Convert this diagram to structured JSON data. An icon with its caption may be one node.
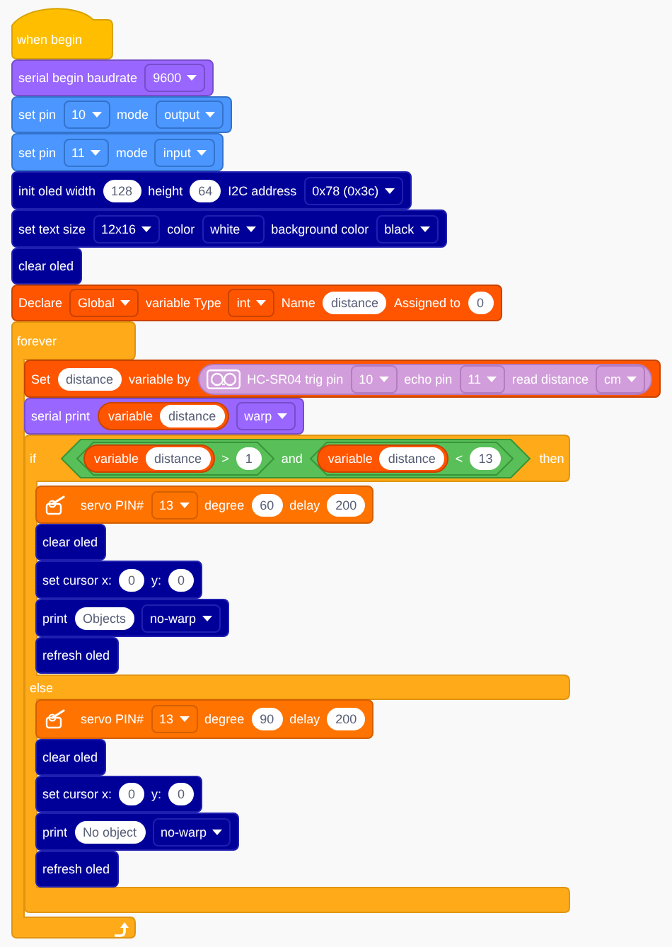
{
  "diagram": {
    "nodes": [
      {
        "text": [
          "when begin"
        ]
      },
      {
        "text": [
          "serial begin baudrate",
          "9600"
        ]
      },
      {
        "text": [
          "set pin",
          "10",
          "mode",
          "output"
        ]
      },
      {
        "text": [
          "set pin",
          "11",
          "mode",
          "input"
        ]
      },
      {
        "text": [
          "init oled width",
          "128",
          "height",
          "64",
          "I2C address",
          "0x78 (0x3c)"
        ]
      },
      {
        "text": [
          "set text size",
          "12x16",
          "color",
          "white",
          "background color",
          "black"
        ]
      },
      {
        "text": [
          "clear oled"
        ]
      },
      {
        "text": [
          "Declare",
          "Global",
          "variable Type",
          "int",
          "Name",
          "distance",
          "Assigned to",
          "0"
        ]
      },
      {
        "text": [
          "forever"
        ]
      },
      {
        "text": [
          "Set",
          "distance",
          "variable by"
        ]
      },
      {
        "text": [
          "HC-SR04 trig pin",
          "10",
          "echo pin",
          "11",
          "read distance",
          "cm"
        ],
        "in": 9
      },
      {
        "text": [
          "serial print",
          "warp"
        ]
      },
      {
        "text": [
          "variable",
          "distance"
        ],
        "in": 11
      },
      {
        "text": [
          "if",
          "then",
          "else"
        ]
      },
      {
        "text": [
          "and"
        ],
        "in": 13
      },
      {
        "text": [
          ">",
          "1"
        ],
        "in": 14
      },
      {
        "text": [
          "variable",
          "distance"
        ],
        "in": 15
      },
      {
        "text": [
          "<",
          "13"
        ],
        "in": 14
      },
      {
        "text": [
          "variable",
          "distance"
        ],
        "in": 17
      },
      {
        "text": [
          "servo PIN#",
          "13",
          "degree",
          "60",
          "delay",
          "200"
        ],
        "in": 13
      },
      {
        "text": [
          "clear oled"
        ],
        "in": 13
      },
      {
        "text": [
          "set cursor x:",
          "0",
          "y:",
          "0"
        ],
        "in": 13
      },
      {
        "text": [
          "print",
          "Objects",
          "no-warp"
        ],
        "in": 13
      },
      {
        "text": [
          "refresh oled"
        ],
        "in": 13
      },
      {
        "text": [
          "servo PIN#",
          "13",
          "degree",
          "90",
          "delay",
          "200"
        ],
        "in": 13
      },
      {
        "text": [
          "clear oled"
        ],
        "in": 13
      },
      {
        "text": [
          "set cursor x:",
          "0",
          "y:",
          "0"
        ],
        "in": 13
      },
      {
        "text": [
          "print",
          "No object",
          "no-warp"
        ],
        "in": 13
      },
      {
        "text": [
          "refresh oled"
        ],
        "in": 13
      }
    ]
  }
}
